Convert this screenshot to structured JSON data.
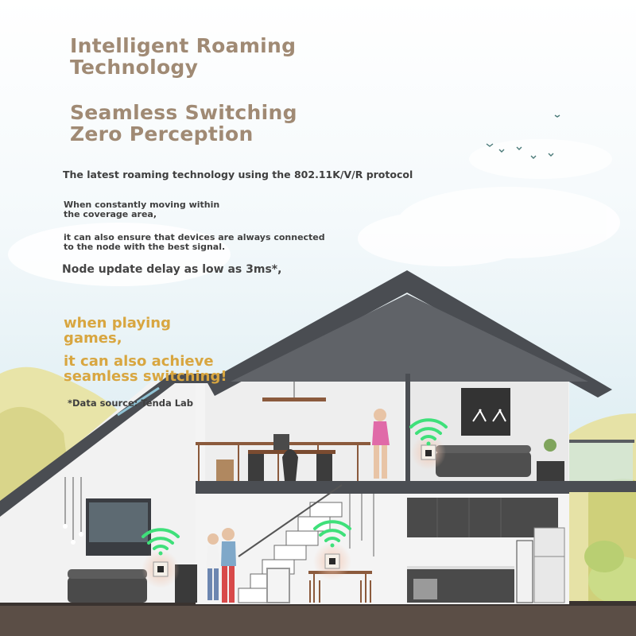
{
  "headline": {
    "line1": "Intelligent Roaming\n Technology",
    "line2": "Seamless Switching\n Zero Perception"
  },
  "body": {
    "protocol": "The latest roaming technology using the 802.11K/V/R protocol",
    "moving": "When constantly moving within\n the coverage area,",
    "ensure": "it can also ensure that devices are always connected\n to the node with the best signal.",
    "delay": "Node update delay as low as 3ms*,"
  },
  "highlight": {
    "line1": "when playing\n games,",
    "line2": "it can also achieve\n seamless switching!"
  },
  "footnote": "*Data source: Tenda Lab",
  "colors": {
    "headline": "#a08a74",
    "highlight": "#d8a640",
    "wifi_signal": "#3fe07a",
    "roof": "#4a4d52"
  },
  "icons": [
    "wifi-signal-icon",
    "mesh-node-icon",
    "bird-icon"
  ]
}
